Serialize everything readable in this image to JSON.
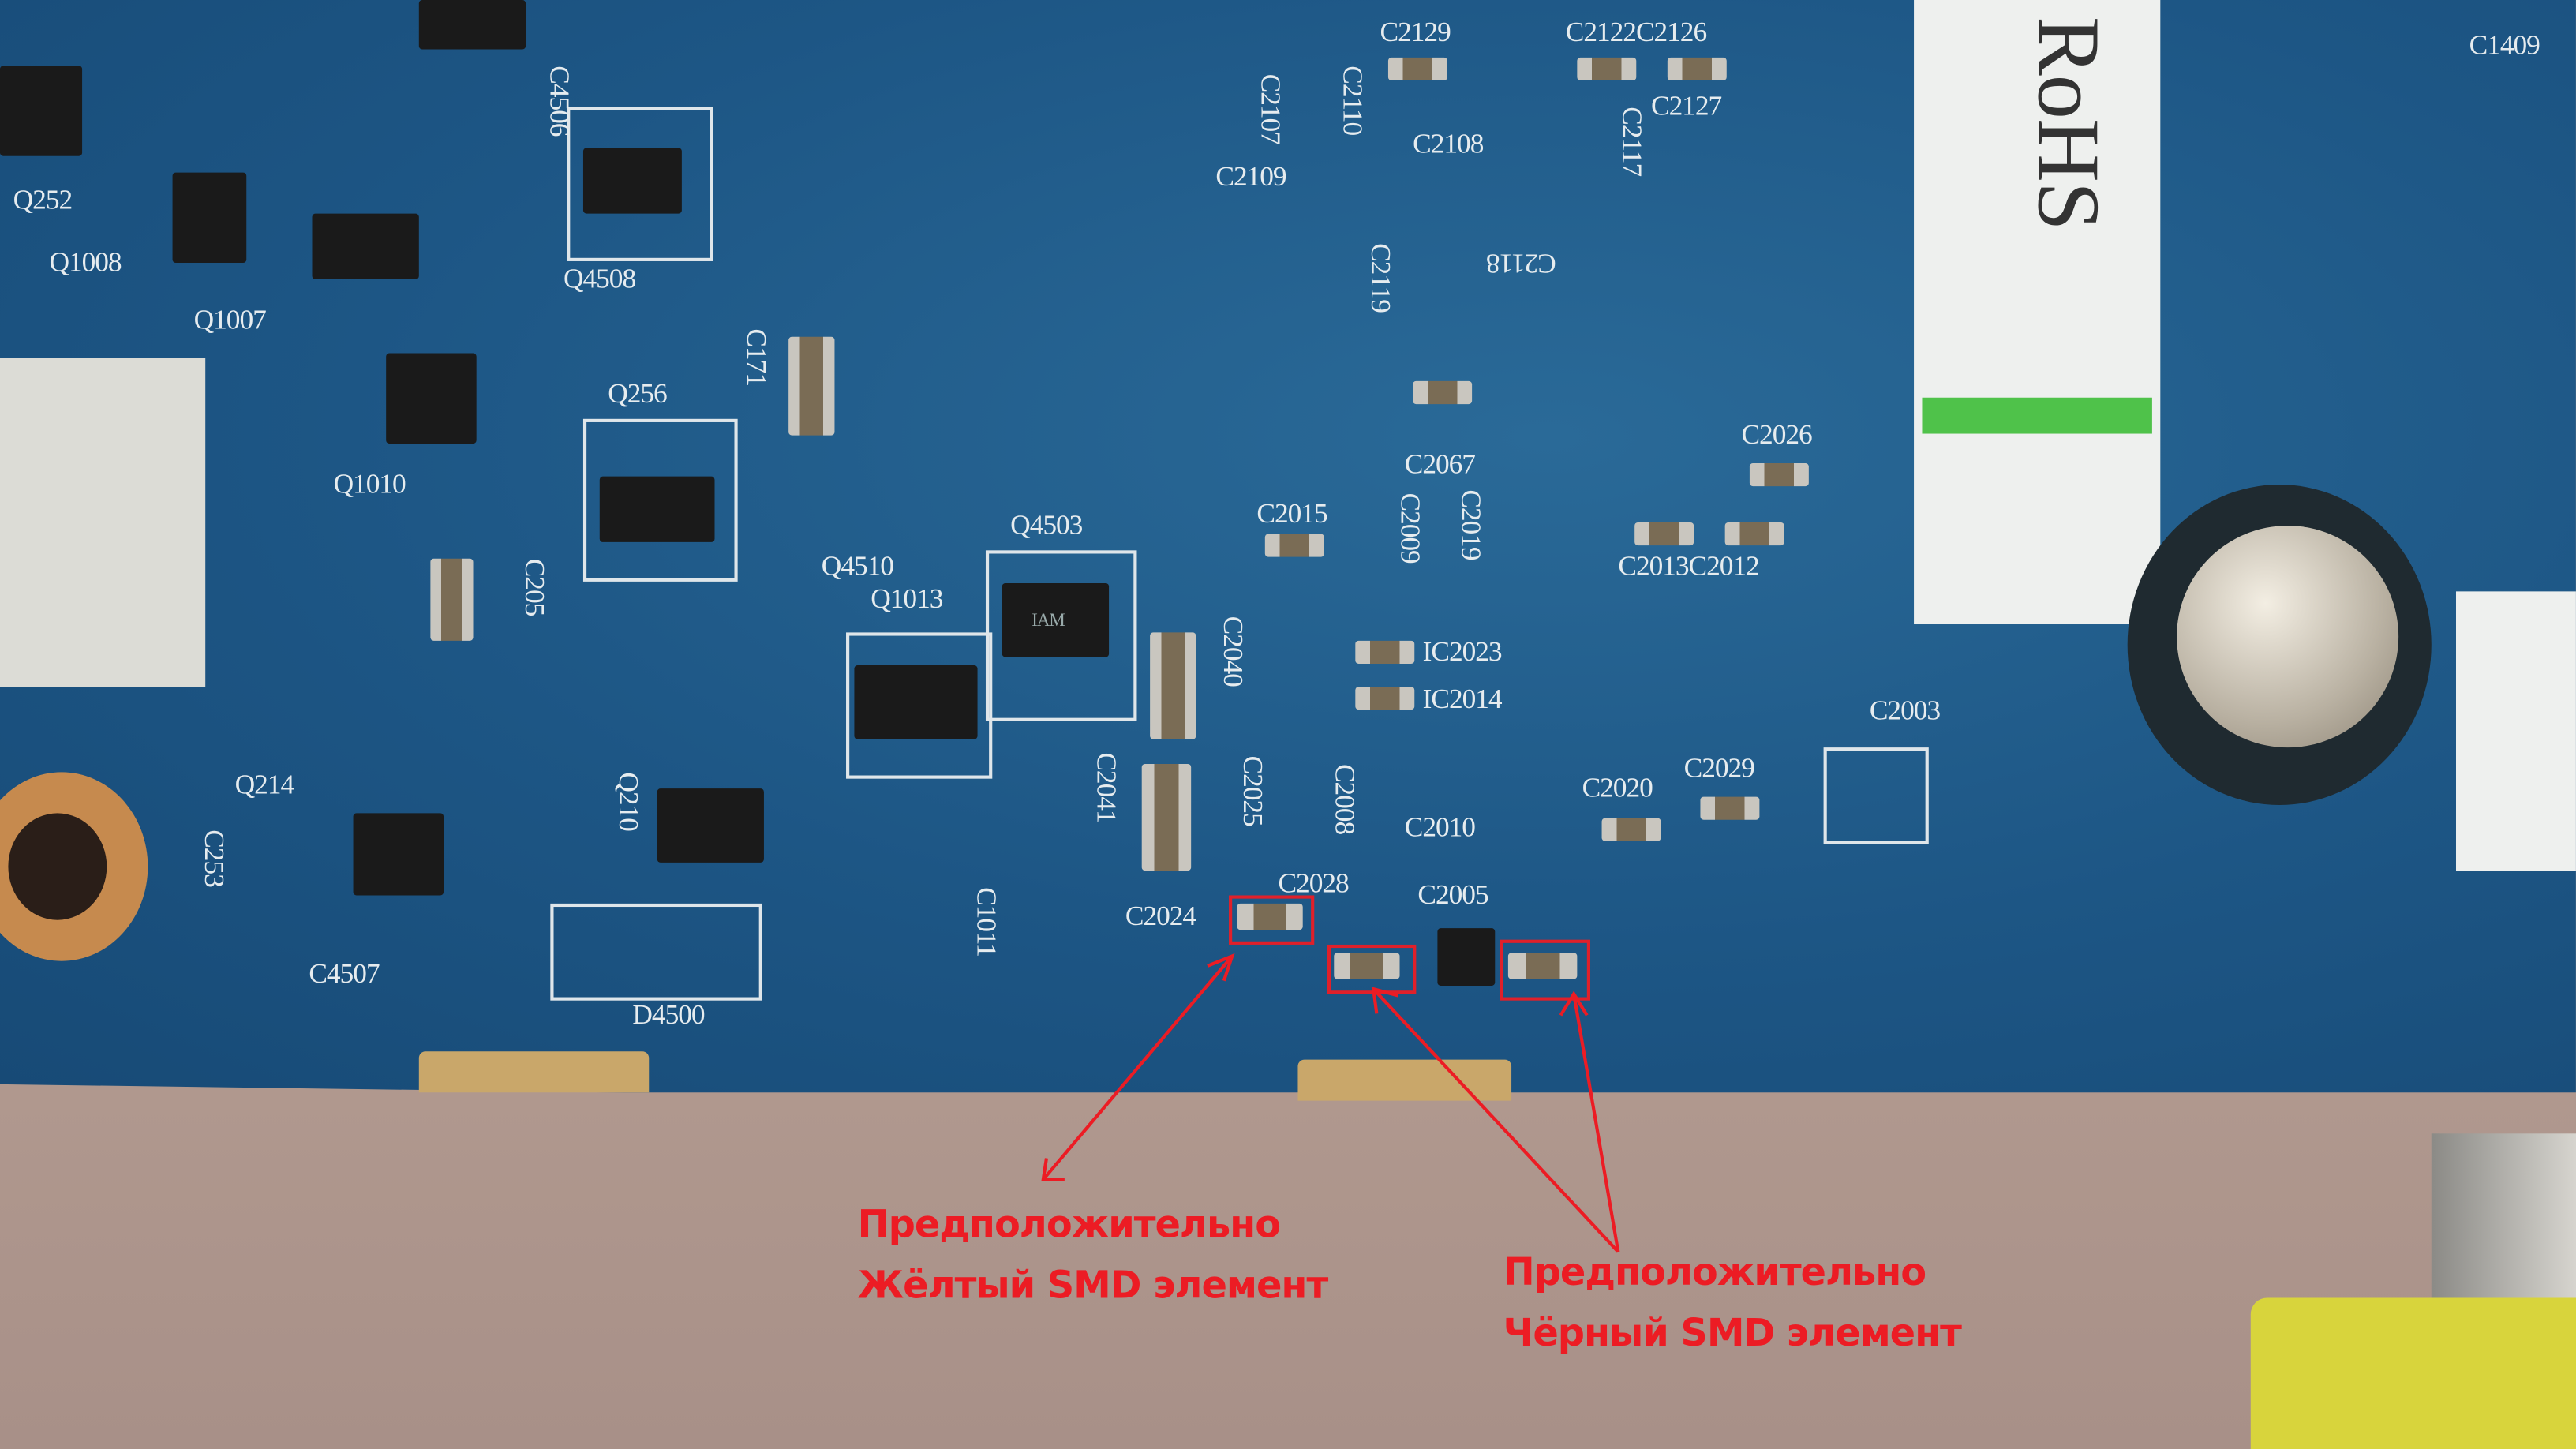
{
  "silkscreen": {
    "rohs": "RoHS",
    "c2129": "C2129",
    "c2122_c2126": "C2122C2126",
    "c2107": "C2107",
    "c2110": "C2110",
    "c2108": "C2108",
    "c2109": "C2109",
    "c2127": "C2127",
    "c2117": "C2117",
    "c2119": "C2119",
    "c2118": "C2118",
    "c1409": "C1409",
    "q252": "Q252",
    "q1008": "Q1008",
    "q1007": "Q1007",
    "q4508": "Q4508",
    "c4506": "C4506",
    "q256": "Q256",
    "q1010": "Q1010",
    "c205": "C205",
    "q4510": "Q4510",
    "q1013": "Q1013",
    "q4503": "Q4503",
    "c2040": "C2040",
    "c2041": "C2041",
    "c2025": "C2025",
    "c2008": "C2008",
    "c2010": "C2010",
    "c2028": "C2028",
    "c2024": "C2024",
    "c2005": "C2005",
    "c2067": "C2067",
    "c2015": "C2015",
    "c2009": "C2009",
    "c2019": "C2019",
    "c2013_c2012": "C2013C2012",
    "c2026": "C2026",
    "ic2023": "IC2023",
    "ic2014": "IC2014",
    "c2003": "C2003",
    "c2020": "C2020",
    "c2029": "C2029",
    "q214": "Q214",
    "c253": "C253",
    "c4507": "C4507",
    "q210": "Q210",
    "d4500": "D4500",
    "c1011": "C1011",
    "c171": "C171",
    "chip_mark": "IAM"
  },
  "annotations": {
    "yellow": {
      "line1": "Предположительно",
      "line2": "Жёлтый SMD элемент"
    },
    "black": {
      "line1": "Предположительно",
      "line2": "Чёрный SMD элемент"
    }
  },
  "colors": {
    "annotation": "#ec1c24",
    "pcb": "#1d5685"
  }
}
